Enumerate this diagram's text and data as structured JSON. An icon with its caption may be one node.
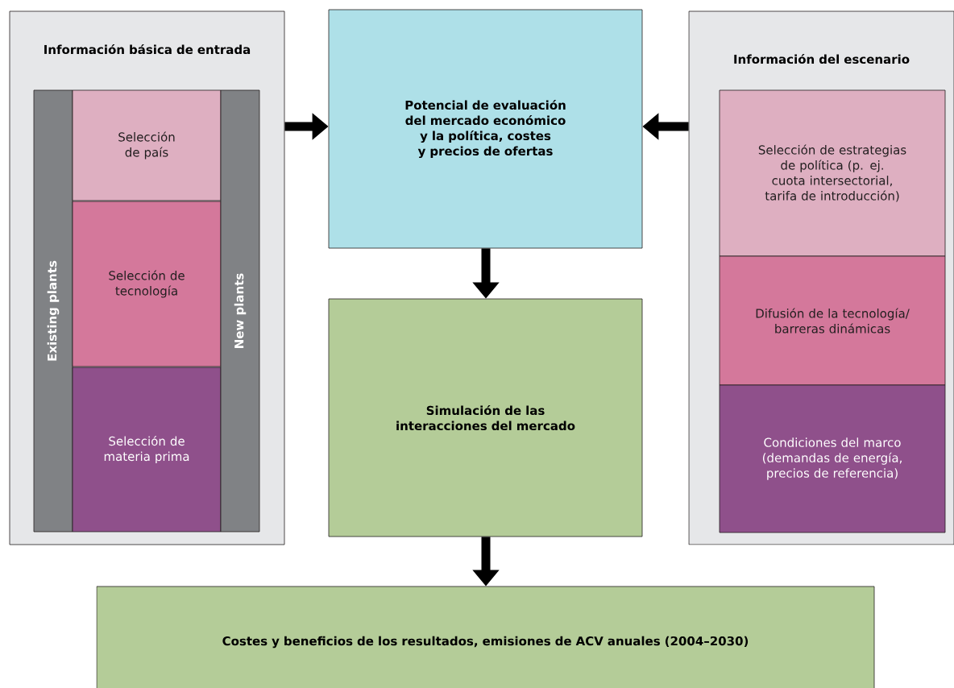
{
  "diagram": {
    "nodes": [
      {
        "text": [
          "Información básica de entrada"
        ]
      },
      {
        "text": [
          "Existing plants"
        ],
        "in": 0
      },
      {
        "text": [
          "Selección de país"
        ],
        "in": 0
      },
      {
        "text": [
          "Selección de tecnología"
        ],
        "in": 0
      },
      {
        "text": [
          "Selección de materia prima"
        ],
        "in": 0
      },
      {
        "text": [
          "New plants"
        ],
        "in": 0
      },
      {
        "text": [
          "Potencial de evaluación del mercado económico y la política, costes y precios de ofertas"
        ]
      },
      {
        "text": [
          "Información del escenario"
        ]
      },
      {
        "text": [
          "Selección de estrategias de política (p. ej. cuota intersectorial, tarifa de introducción)"
        ],
        "in": 7
      },
      {
        "text": [
          "Difusión de la tecnología/ barreras dinámicas"
        ],
        "in": 7
      },
      {
        "text": [
          "Condiciones del marco (demandas de energía, precios de referencia)"
        ],
        "in": 7
      },
      {
        "text": [
          "Simulación de las interacciones del mercado"
        ]
      },
      {
        "text": [
          "Costes y beneficios de los resultados, emisiones de ACV anuales (2004–2030)"
        ]
      }
    ],
    "edges": [
      {
        "from": 0,
        "to": 6,
        "arrow": "to"
      },
      {
        "from": 7,
        "to": 6,
        "arrow": "to"
      },
      {
        "from": 6,
        "to": 11,
        "arrow": "to"
      },
      {
        "from": 11,
        "to": 12,
        "arrow": "to"
      }
    ]
  }
}
